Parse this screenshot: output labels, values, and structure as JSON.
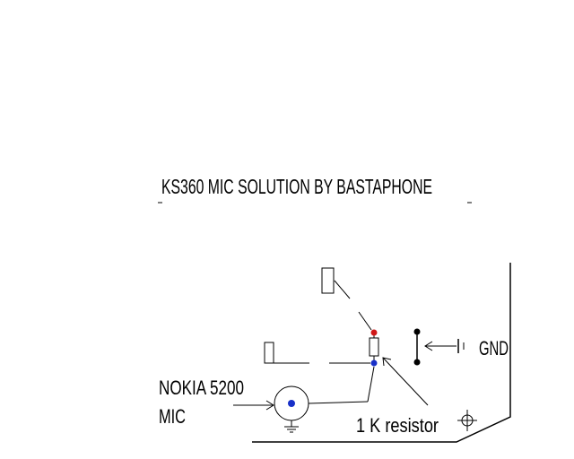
{
  "title": "KS360 MIC SOLUTION BY BASTAPHONE",
  "labels": {
    "gnd": "GND",
    "mic_line1": "NOKIA 5200",
    "mic_line2": "MIC",
    "resistor": "1 K resistor"
  },
  "colors": {
    "line": "#000000",
    "red_point": "#d01818",
    "blue_point": "#1830c8"
  },
  "icons": {
    "ground_symbol": "ground-icon",
    "crosshair_symbol": "crosshair-icon",
    "battery_symbol": "battery-icon"
  }
}
